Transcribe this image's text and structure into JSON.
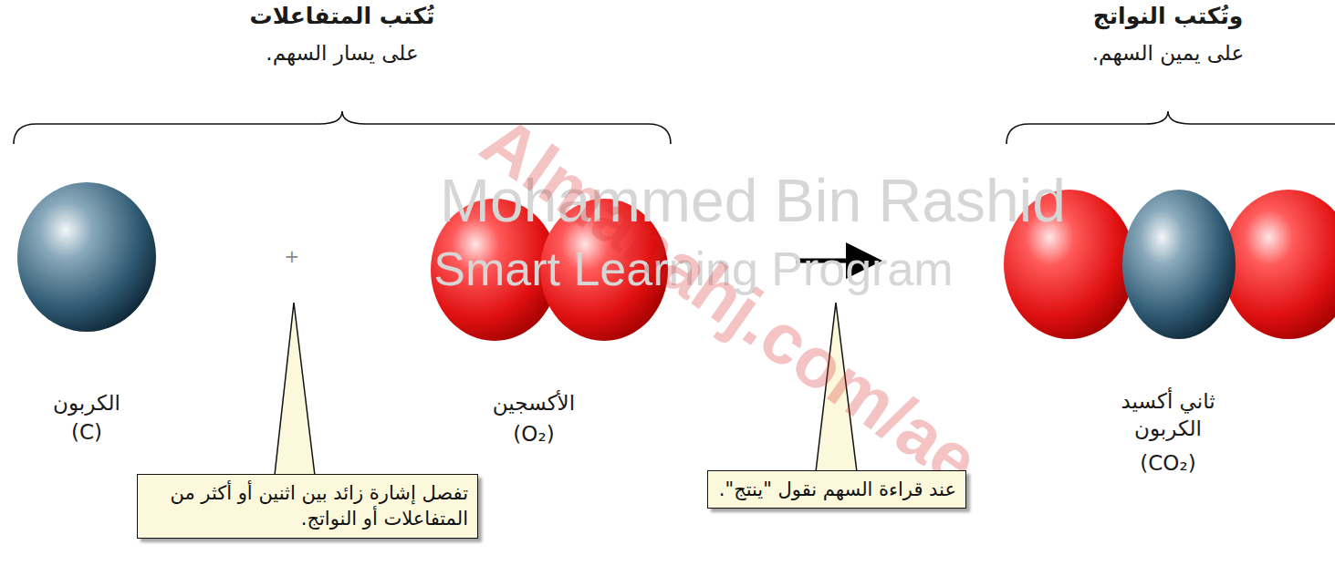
{
  "diagram": {
    "nodes": [
      {
        "text": [
          "تفصل إشارة زائد بين اثنين أو أكثر من المتفاعلات أو النواتج."
        ]
      },
      {
        "text": [
          "عند قراءة السهم نقول \"ينتج\"."
        ]
      }
    ],
    "labels": [
      "تُكتب المتفاعلات",
      "على يسار السهم.",
      "وتُكتب النواتج",
      "على يمين السهم.",
      "الكربون",
      "(C)",
      "+",
      "الأكسجين",
      "(O₂)",
      "ثاني أكسيد الكربون",
      "(CO₂)",
      "Mohammed Bin Rashid",
      "Smart Learning Program",
      "Almanahj.com/ae"
    ]
  }
}
